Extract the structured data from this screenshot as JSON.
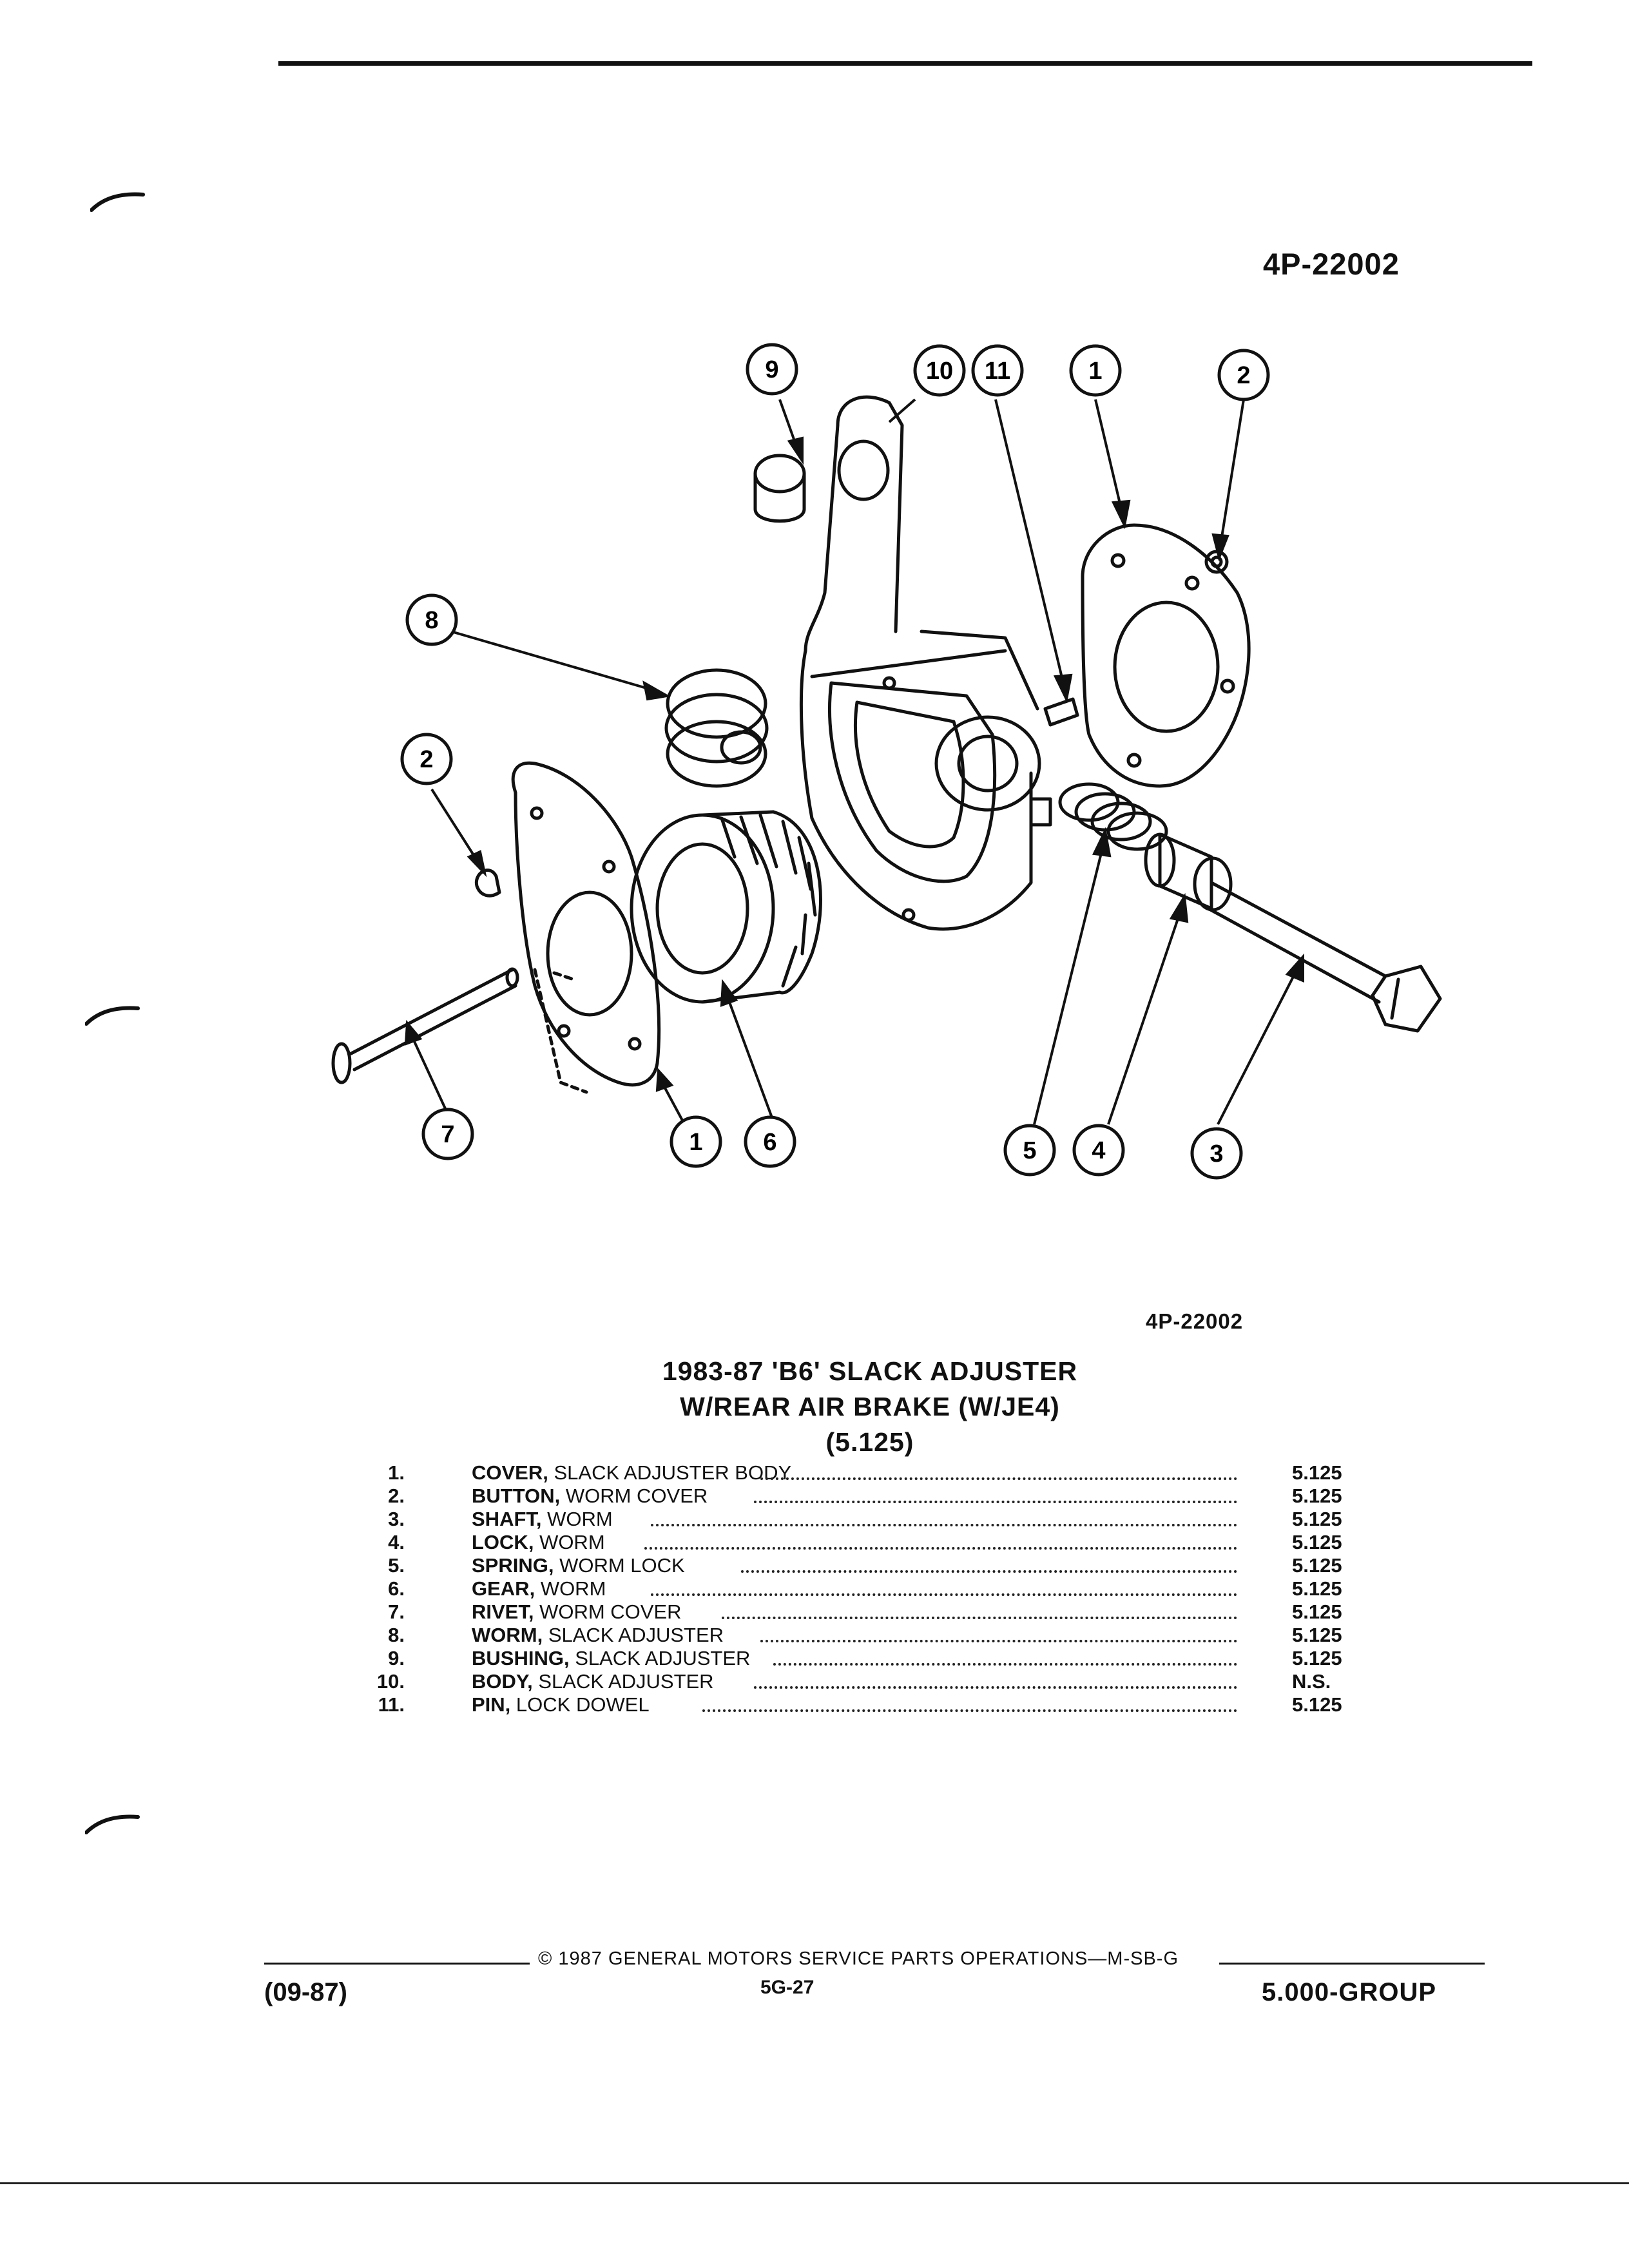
{
  "header": {
    "figure_code": "4P-22002"
  },
  "illustration": {
    "code": "4P-22002",
    "callouts": [
      "9",
      "10",
      "11",
      "1",
      "2",
      "8",
      "2",
      "7",
      "1",
      "6",
      "5",
      "4",
      "3"
    ]
  },
  "title": {
    "line1": "1983-87 'B6' SLACK ADJUSTER",
    "line2": "W/REAR AIR BRAKE (W/JE4)",
    "line3": "(5.125)"
  },
  "parts": [
    {
      "num": "1.",
      "name": "COVER,",
      "desc": "SLACK ADJUSTER BODY",
      "code": "5.125"
    },
    {
      "num": "2.",
      "name": "BUTTON,",
      "desc": "WORM COVER",
      "code": "5.125"
    },
    {
      "num": "3.",
      "name": "SHAFT,",
      "desc": "WORM",
      "code": "5.125"
    },
    {
      "num": "4.",
      "name": "LOCK,",
      "desc": "WORM",
      "code": "5.125"
    },
    {
      "num": "5.",
      "name": "SPRING,",
      "desc": "WORM LOCK",
      "code": "5.125"
    },
    {
      "num": "6.",
      "name": "GEAR,",
      "desc": "WORM",
      "code": "5.125"
    },
    {
      "num": "7.",
      "name": "RIVET,",
      "desc": "WORM COVER",
      "code": "5.125"
    },
    {
      "num": "8.",
      "name": "WORM,",
      "desc": "SLACK ADJUSTER",
      "code": "5.125"
    },
    {
      "num": "9.",
      "name": "BUSHING,",
      "desc": "SLACK ADJUSTER",
      "code": "5.125"
    },
    {
      "num": "10.",
      "name": "BODY,",
      "desc": "SLACK ADJUSTER",
      "code": "N.S."
    },
    {
      "num": "11.",
      "name": "PIN,",
      "desc": "LOCK DOWEL",
      "code": "5.125"
    }
  ],
  "footer": {
    "date": "(09-87)",
    "copyright": "© 1987 GENERAL MOTORS SERVICE PARTS OPERATIONS—M-SB-G",
    "page": "5G-27",
    "group": "5.000-GROUP"
  }
}
